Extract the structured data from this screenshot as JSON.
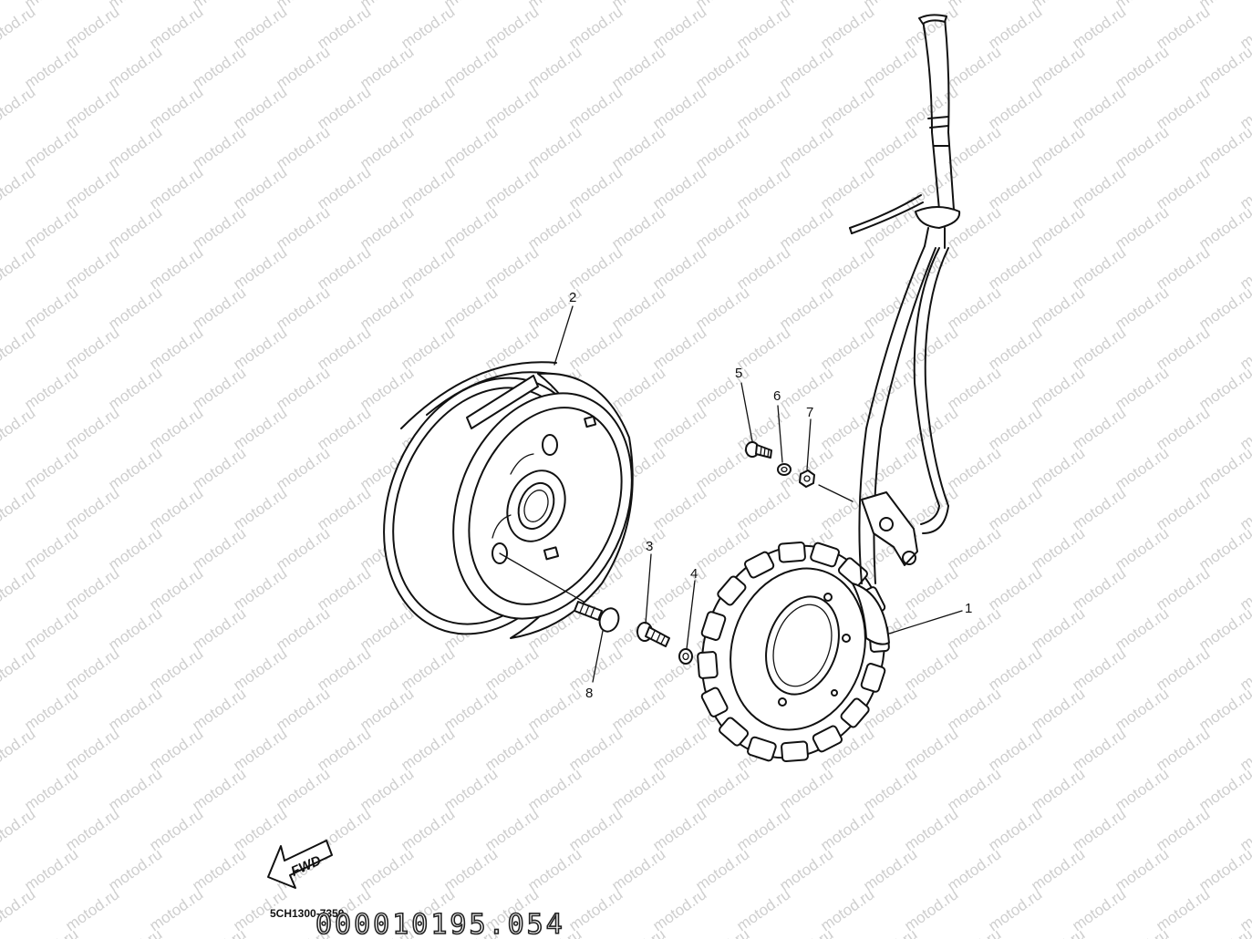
{
  "watermark": {
    "text": "motod.ru"
  },
  "callouts": [
    {
      "id": "1",
      "label": "1"
    },
    {
      "id": "2",
      "label": "2"
    },
    {
      "id": "3",
      "label": "3"
    },
    {
      "id": "4",
      "label": "4"
    },
    {
      "id": "5",
      "label": "5"
    },
    {
      "id": "6",
      "label": "6"
    },
    {
      "id": "7",
      "label": "7"
    },
    {
      "id": "8",
      "label": "8"
    }
  ],
  "direction_arrow": {
    "label": "FWD"
  },
  "footer": {
    "diagram_code": "5CH1300-7350",
    "catalog_number": "000010195.054"
  }
}
